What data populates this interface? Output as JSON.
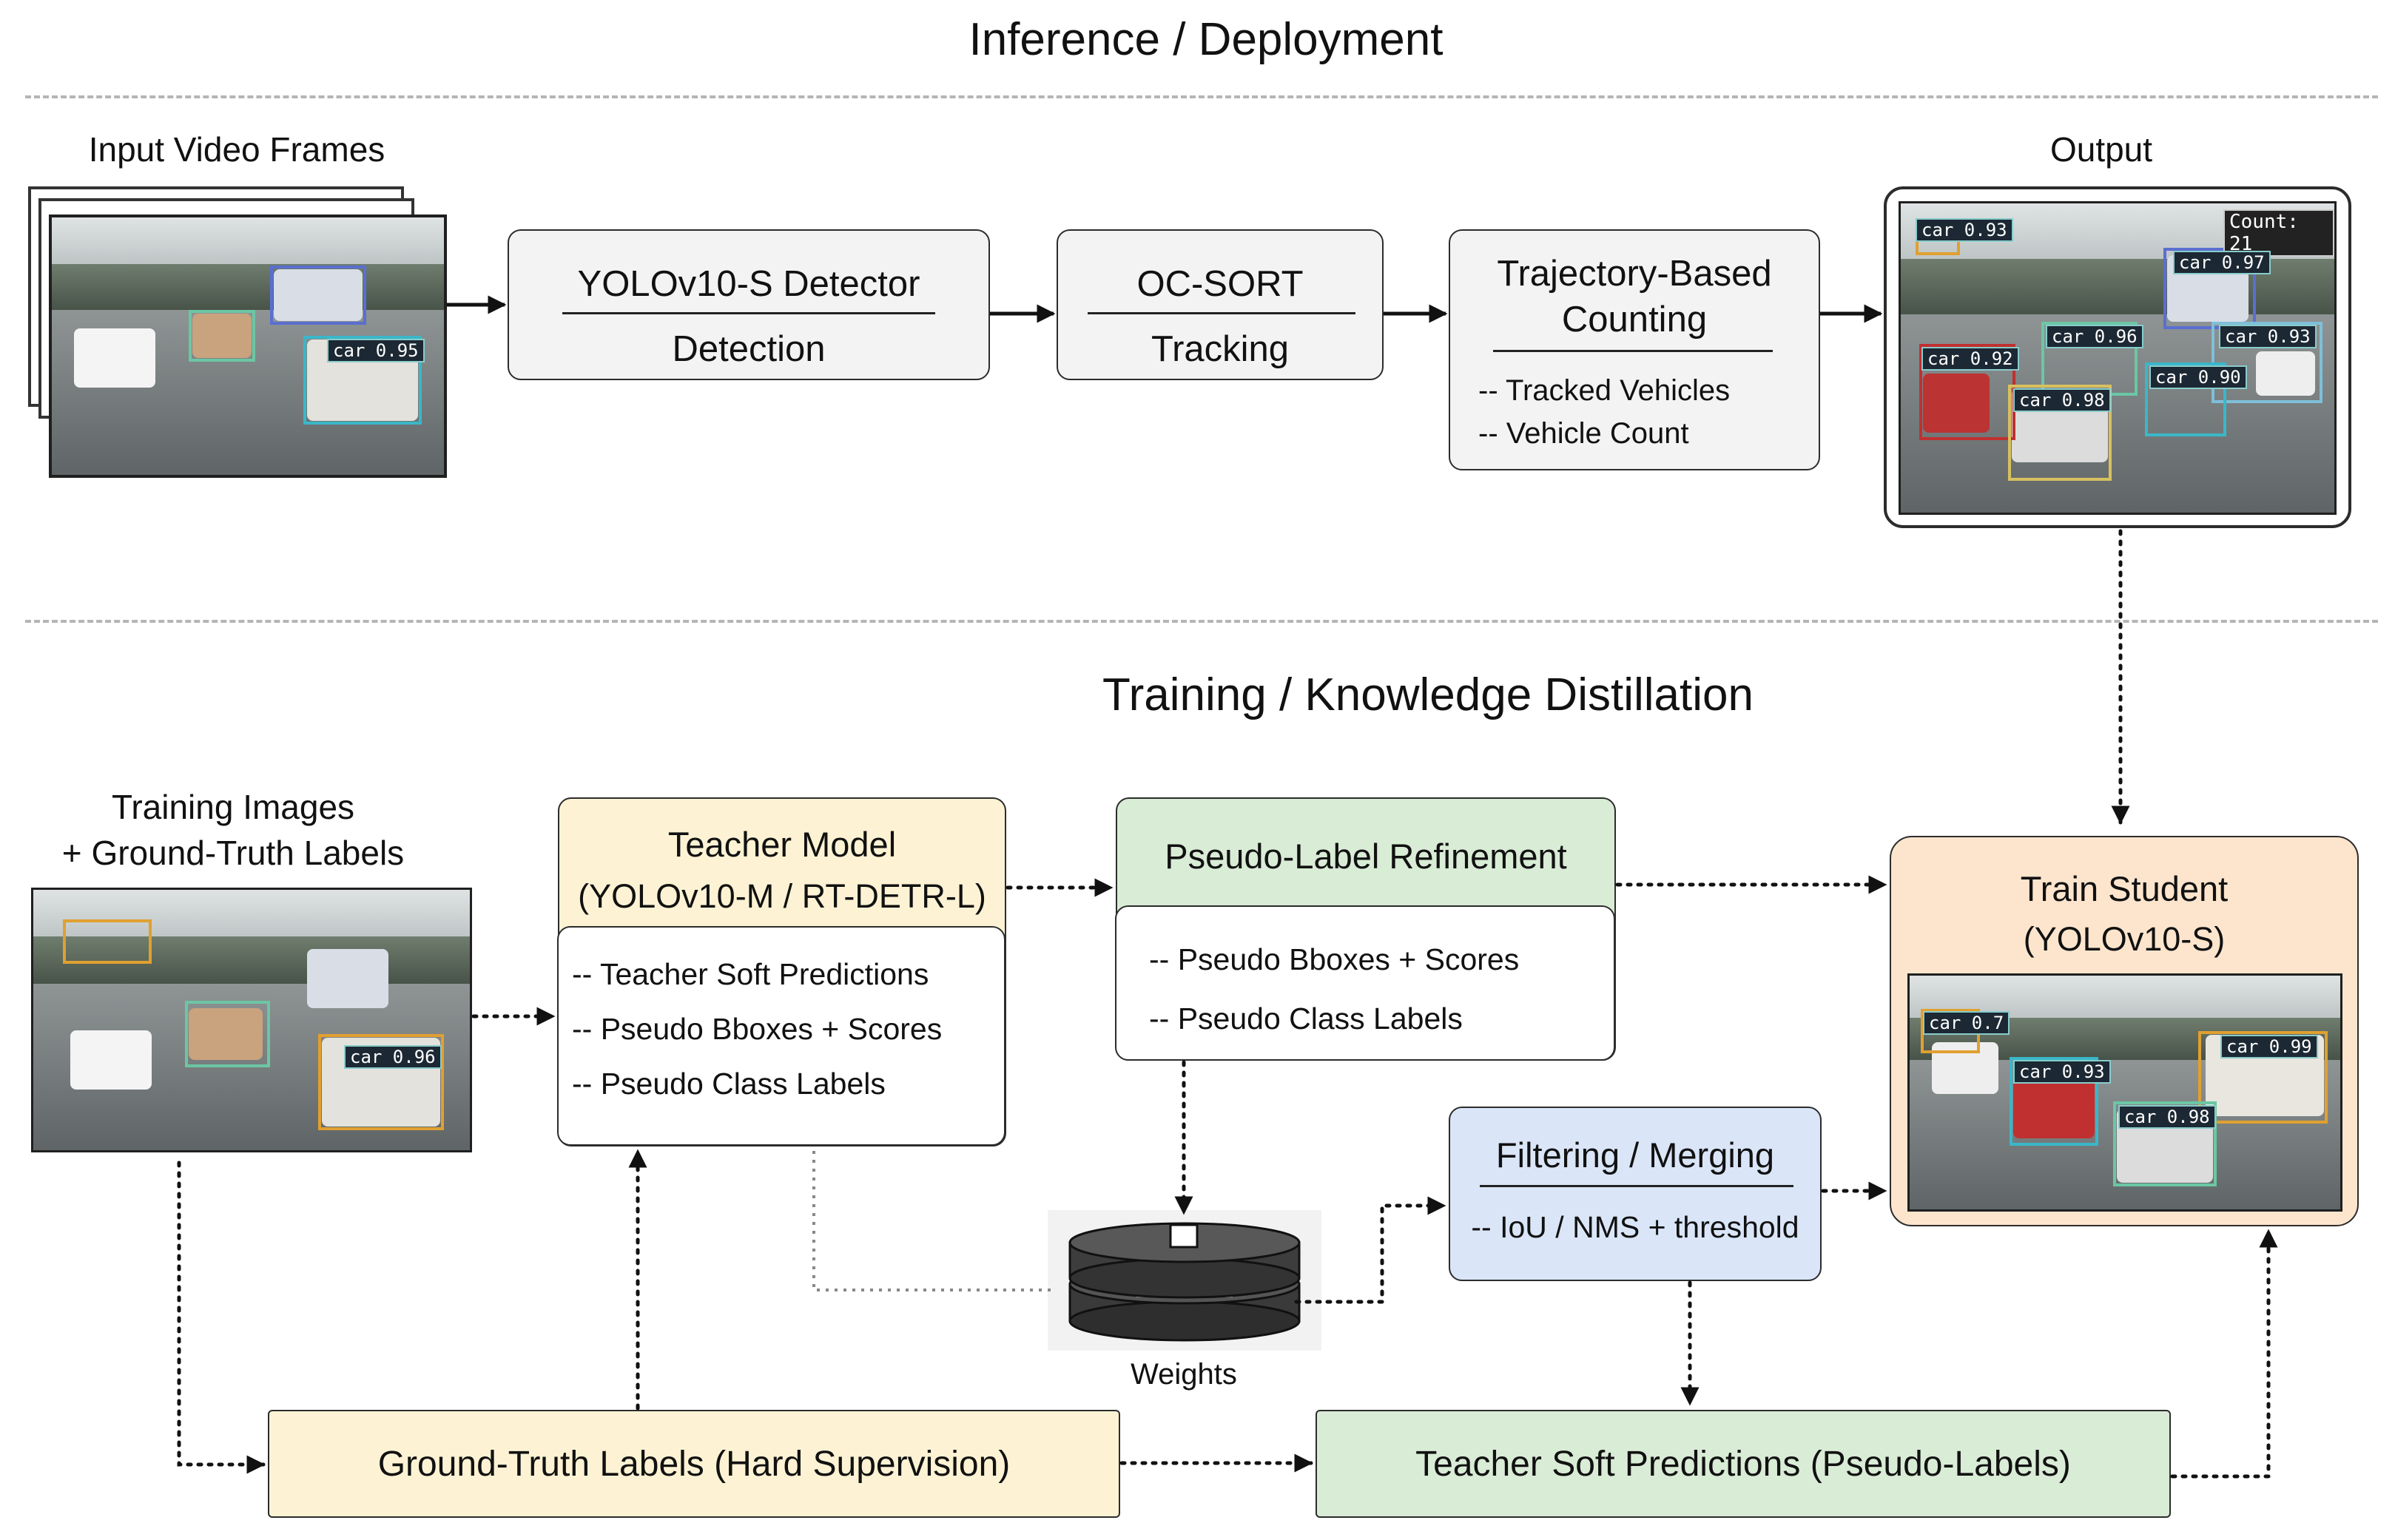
{
  "sections": {
    "inference_title": "Inference / Deployment",
    "training_title": "Training / Knowledge Distillation"
  },
  "inference": {
    "input_label": "Input Video Frames",
    "input_tags": [
      "car 0.95"
    ],
    "detector": {
      "title": "YOLOv10-S Detector",
      "subtitle": "Detection"
    },
    "tracker": {
      "title": "OC-SORT",
      "subtitle": "Tracking"
    },
    "counting": {
      "title_line1": "Trajectory-Based",
      "title_line2": "Counting",
      "items": [
        "-- Tracked Vehicles",
        "-- Vehicle Count"
      ]
    },
    "output_label": "Output",
    "output_count": "Count: 21",
    "output_tags": [
      "car 0.93",
      "car 0.97",
      "car 0.96",
      "car 0.93",
      "car 0.92",
      "car 0.90",
      "car 0.98"
    ]
  },
  "training": {
    "images_label_line1": "Training Images",
    "images_label_line2": "+ Ground-Truth Labels",
    "images_tags": [
      "car 0.96"
    ],
    "teacher": {
      "title": "Teacher Model",
      "subtitle": "(YOLOv10-M / RT-DETR-L)",
      "items": [
        "-- Teacher Soft Predictions",
        "-- Pseudo Bboxes + Scores",
        "-- Pseudo Class Labels"
      ]
    },
    "refinement": {
      "title": "Pseudo-Label Refinement",
      "items": [
        "-- Pseudo Bboxes + Scores",
        "-- Pseudo Class Labels"
      ]
    },
    "weights_label": "Weights",
    "filtering": {
      "title": "Filtering / Merging",
      "item": "-- IoU / NMS + threshold"
    },
    "student": {
      "title": "Train Student",
      "subtitle": "(YOLOv10-S)",
      "tags": [
        "car 0.7",
        "car 0.93",
        "car 0.99",
        "car 0.98"
      ]
    },
    "gt_labels": "Ground-Truth Labels (Hard Supervision)",
    "soft_predictions": "Teacher Soft Predictions (Pseudo-Labels)"
  },
  "colors": {
    "teacher_fill": "#fdf3d4",
    "refinement_fill": "#d9ecd6",
    "filtering_fill": "#dae6f8",
    "student_fill": "#fde5cd",
    "process_fill": "#f3f3f3",
    "gt_fill": "#fdf3d4",
    "soft_fill": "#d9ecd6"
  }
}
